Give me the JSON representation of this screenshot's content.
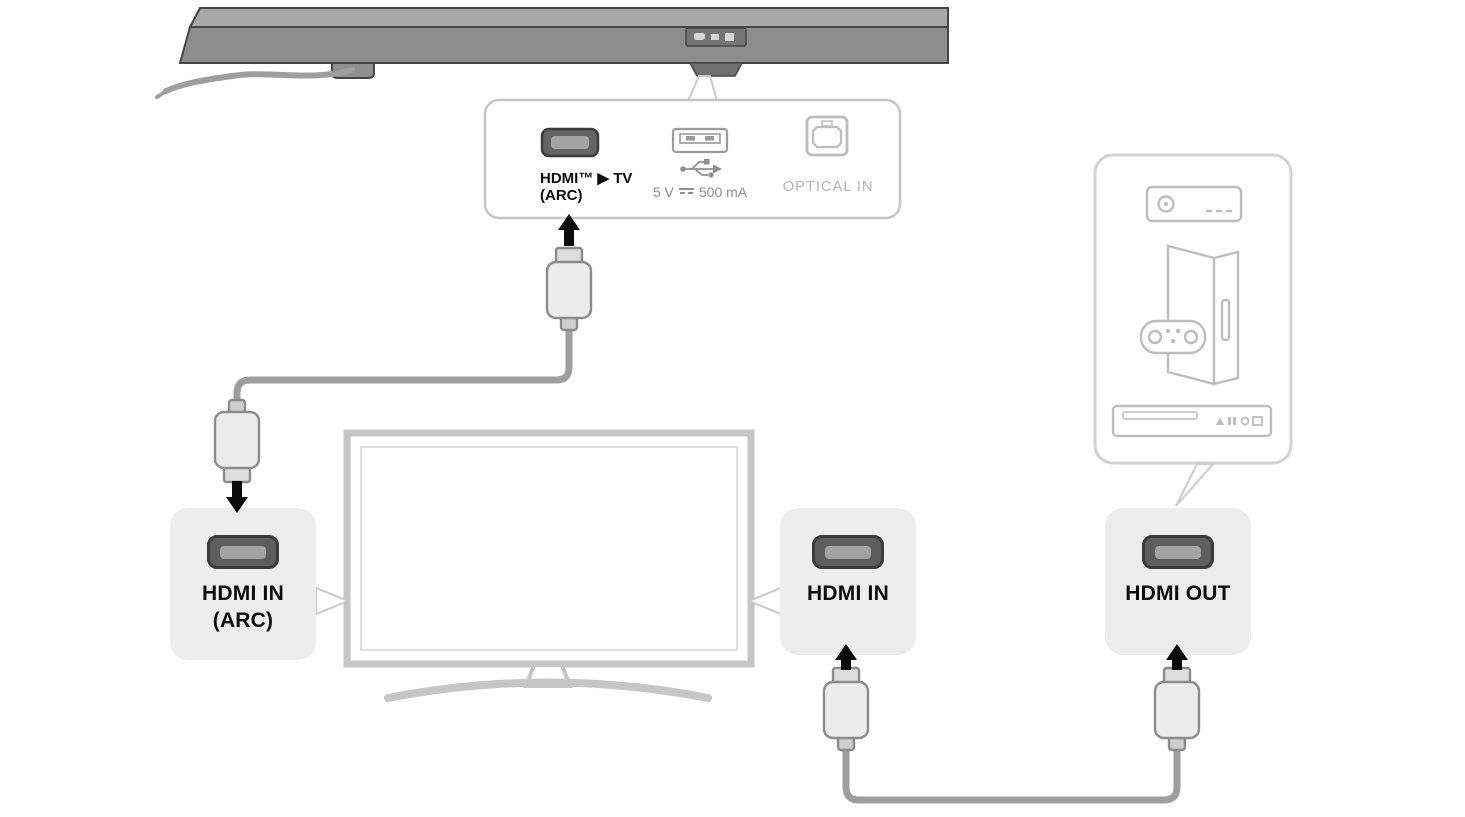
{
  "rear_panel": {
    "hdmi_label_line1": "HDMI™ ▶ TV",
    "hdmi_label_line2": "(ARC)",
    "usb_voltage": "5 V",
    "usb_current": "500 mA",
    "optical_label": "OPTICAL IN"
  },
  "tv": {
    "hdmi_arc_line1": "HDMI IN",
    "hdmi_arc_line2": "(ARC)",
    "hdmi_in_label": "HDMI IN"
  },
  "external_device": {
    "hdmi_out_label": "HDMI OUT"
  },
  "colors": {
    "soundbar_body": "#8d8d8d",
    "soundbar_top": "#a9a9a9",
    "cable": "#9e9e9e",
    "connector_box_fill": "#ededed",
    "hdmi_port_dark": "#5d5d5d",
    "light_outline": "#c6c6c6",
    "muted_text": "#8f8f8f",
    "optical_text": "#b5b5b5",
    "label_text": "#0d0d0d",
    "arrow_black": "#0b0b0b"
  }
}
